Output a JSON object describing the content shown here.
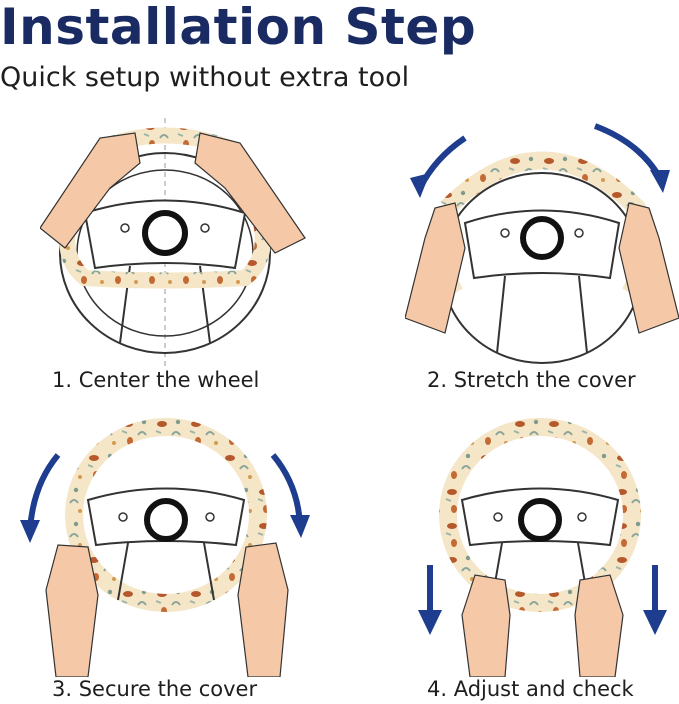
{
  "header": {
    "title": "Installation Step",
    "subtitle": "Quick setup without extra tool"
  },
  "steps": [
    {
      "label": "1. Center the wheel"
    },
    {
      "label": "2. Stretch the cover"
    },
    {
      "label": "3. Secure the cover"
    },
    {
      "label": "4. Adjust and check"
    }
  ],
  "colors": {
    "title": "#1a2b63",
    "arrow": "#1e3d8f",
    "skin": "#f5c8a8",
    "cover": "#f6e6c8",
    "wheel_line": "#333333"
  }
}
